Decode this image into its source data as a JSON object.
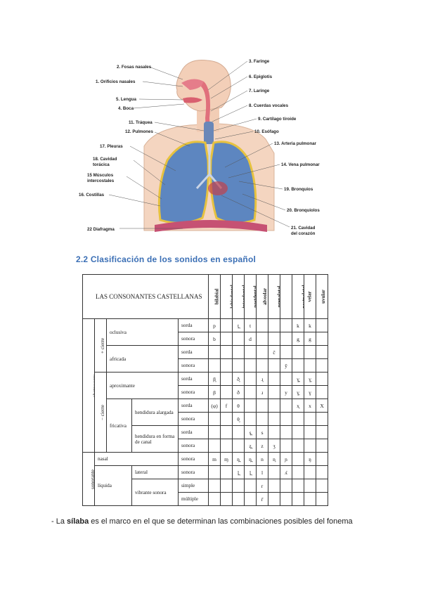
{
  "figure": {
    "labels": {
      "fosas": "2. Fosas nasales",
      "orificios": "1. Orificios nasales",
      "lengua": "5. Lengua",
      "boca": "4. Boca",
      "traquea": "11. Tráquea",
      "pulmones": "12. Pulmones",
      "pleuras": "17. Pleuras",
      "cavidad_toracica_1": "18. Cavidad",
      "cavidad_toracica_2": "torácica",
      "musculos_1": "15 Músculos",
      "musculos_2": "intercostales",
      "costillas": "16. Costillas",
      "diafragma": "22 Diafragma",
      "faringe": "3. Faringe",
      "epiglotis": "6. Epiglotis",
      "laringe": "7. Laringe",
      "cuerdas": "8. Cuerdas vocales",
      "cartilago": "9. Cartílago tiroide",
      "esofago": "10. Esófago",
      "arteria": "13. Arteria pulmonar",
      "vena": "14. Vena pulmonar",
      "bronquios": "19. Bronquios",
      "bronquiolos": "20. Bronquiolos",
      "cavidad_corazon_1": "21. Cavidad",
      "cavidad_corazon_2": "del corazón"
    }
  },
  "section_title": "2.2 Clasificación de los sonidos en español",
  "table": {
    "title": "LAS CONSONANTES CASTELLANAS",
    "columns": [
      "bilabial",
      "labiodental",
      "interdental",
      "postdental",
      "alveolar",
      "prepalatal",
      "mediopalatal",
      "postpalatal",
      "velar",
      "uvular"
    ],
    "groups": {
      "obstruyente": "obstruyente",
      "sonorante": "sonorante",
      "mas_cierre": "+ cierre",
      "menos_cierre": "− cierre"
    },
    "rows": {
      "oclusiva": "oclusiva",
      "africada": "africada",
      "aproximante": "aproximante",
      "fricativa": "fricativa",
      "hendidura_alargada": "hendidura alargada",
      "hendidura_canal": "hendidura en forma de canal",
      "nasal": "nasal",
      "liquida": "líquida",
      "lateral": "lateral",
      "vibrante": "vibrante sonora",
      "sorda": "sorda",
      "sonora": "sonora",
      "simple": "simple",
      "multiple": "múltiple"
    },
    "cells": {
      "oc_sorda": [
        "p",
        "",
        "t̪",
        "t",
        "",
        "",
        "",
        "k",
        "k",
        ""
      ],
      "oc_sonora": [
        "b",
        "",
        "",
        "d",
        "",
        "",
        "",
        "g̟",
        "g",
        ""
      ],
      "af_sorda": [
        "",
        "",
        "",
        "",
        "",
        "ĉ",
        "",
        "",
        "",
        ""
      ],
      "af_sonora": [
        "",
        "",
        "",
        "",
        "",
        "",
        "ŷ",
        "",
        "",
        ""
      ],
      "ap_sorda": [
        "β̥",
        "",
        "ð̥",
        "",
        "ɹ̥",
        "",
        "",
        "ɣ̟̥",
        "ɣ̥",
        ""
      ],
      "ap_sonora": [
        "β",
        "",
        "ð",
        "",
        "ɹ",
        "",
        "y",
        "ɣ̟",
        "ɣ",
        ""
      ],
      "fa_sorda": [
        "(φ)",
        "f",
        "θ",
        "",
        "",
        "",
        "",
        "x̟",
        "x",
        "X"
      ],
      "fa_sonora": [
        "",
        "",
        "θ̬",
        "",
        "",
        "",
        "",
        "",
        "",
        ""
      ],
      "fc_sorda": [
        "",
        "",
        "",
        "s̪",
        "s",
        "",
        "",
        "",
        "",
        ""
      ],
      "fc_sonora": [
        "",
        "",
        "",
        "z̪",
        "z",
        "ʒ",
        "",
        "",
        "",
        ""
      ],
      "nasal": [
        "m",
        "ɱ",
        "n̪",
        "n̪",
        "n",
        "n̟",
        "ɲ",
        "",
        "ŋ",
        ""
      ],
      "lateral": [
        "",
        "",
        "l̪",
        "l̪",
        "l",
        "",
        "ʎ",
        "",
        "",
        ""
      ],
      "simple": [
        "",
        "",
        "",
        "",
        "r",
        "",
        "",
        "",
        "",
        ""
      ],
      "multiple": [
        "",
        "",
        "",
        "",
        "r̄",
        "",
        "",
        "",
        "",
        ""
      ]
    }
  },
  "note": {
    "prefix": "- La ",
    "bold": "sílaba",
    "suffix": " es el marco en el que se determinan las combinaciones posibles del fonema"
  }
}
